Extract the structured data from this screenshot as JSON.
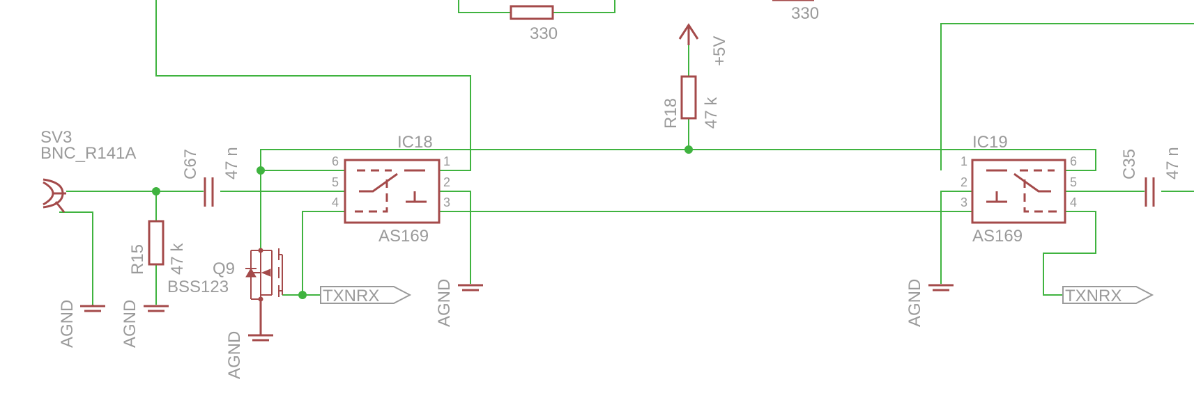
{
  "colors": {
    "wire": "#3fb33f",
    "part": "#a44a4a",
    "label": "#9a9a9a",
    "background": "#ffffff"
  },
  "connector": {
    "name": "SV3",
    "value": "BNC_R141A"
  },
  "resistors": [
    {
      "name": "R15",
      "value": "47 k"
    },
    {
      "name": "R18",
      "value": "47 k"
    },
    {
      "name": "",
      "value": "330"
    },
    {
      "name": "",
      "value": "330"
    }
  ],
  "capacitors": [
    {
      "name": "C67",
      "value": "47 n"
    },
    {
      "name": "C35",
      "value": "47 n"
    }
  ],
  "transistor": {
    "name": "Q9",
    "value": "BSS123"
  },
  "ics": [
    {
      "name": "IC18",
      "value": "AS169",
      "pins": [
        "6",
        "5",
        "4",
        "1",
        "2",
        "3"
      ]
    },
    {
      "name": "IC19",
      "value": "AS169",
      "pins": [
        "1",
        "2",
        "3",
        "6",
        "5",
        "4"
      ]
    }
  ],
  "supply": {
    "label": "+5V"
  },
  "ground_label": "AGND",
  "net_labels": [
    "TXNRX",
    "TXNRX"
  ]
}
